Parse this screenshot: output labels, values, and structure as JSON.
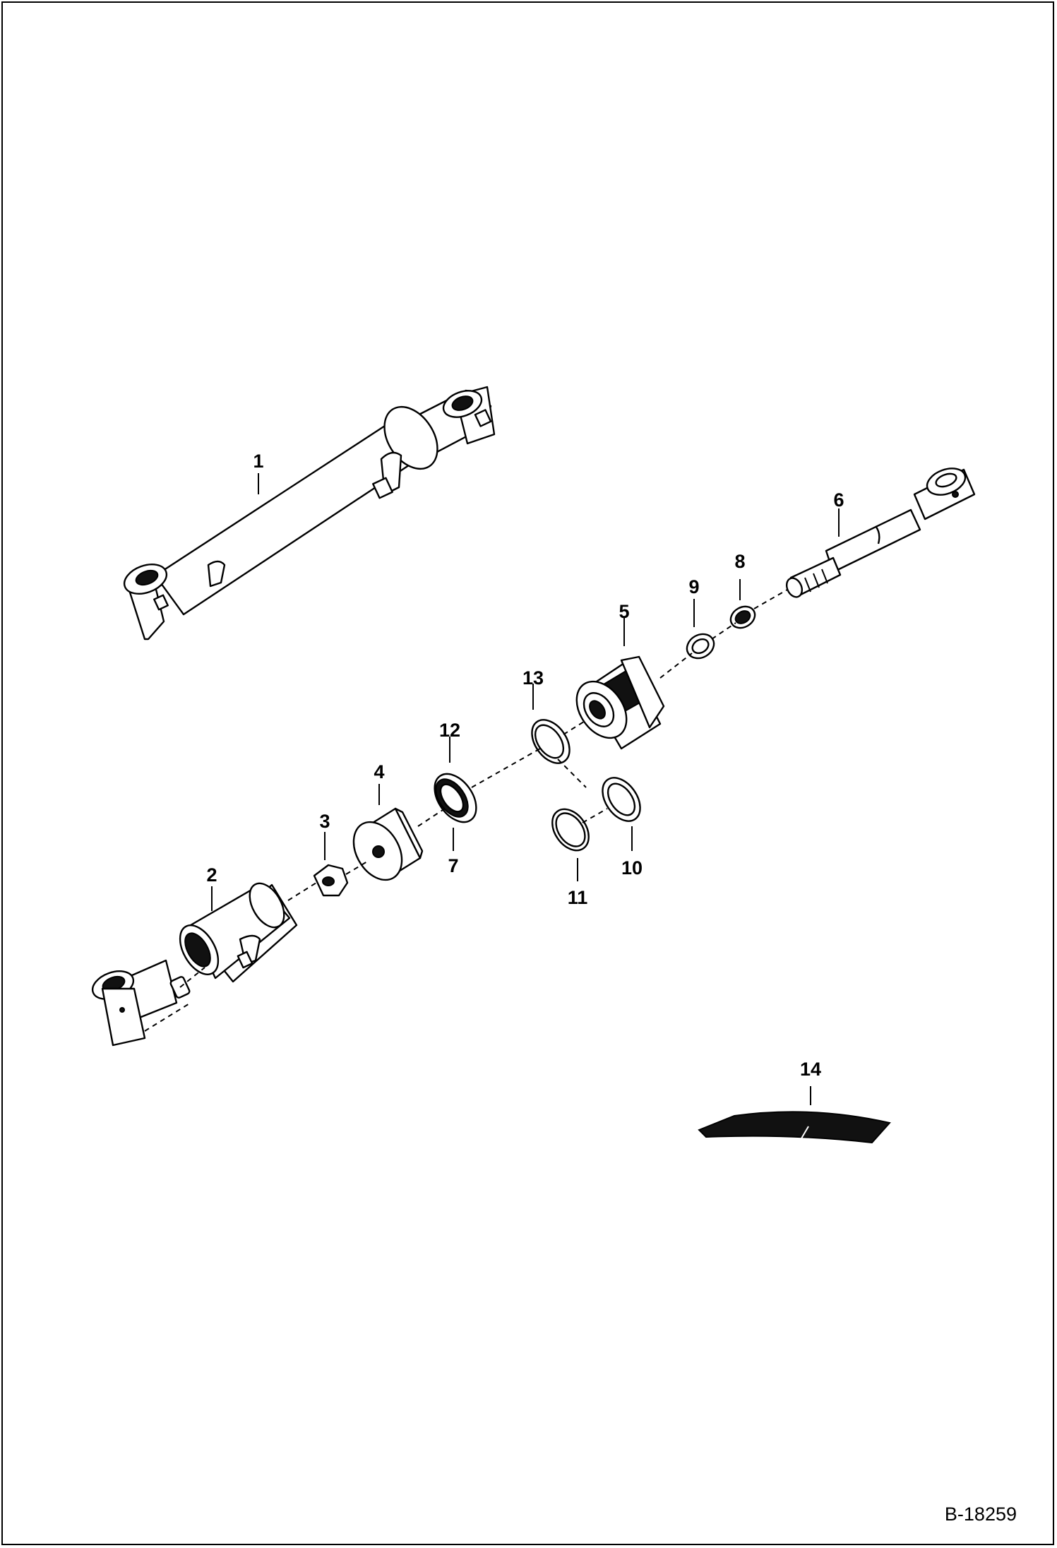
{
  "diagram": {
    "callouts": [
      {
        "id": "1",
        "text": "1"
      },
      {
        "id": "2",
        "text": "2"
      },
      {
        "id": "3",
        "text": "3"
      },
      {
        "id": "4",
        "text": "4"
      },
      {
        "id": "5",
        "text": "5"
      },
      {
        "id": "6",
        "text": "6"
      },
      {
        "id": "7",
        "text": "7"
      },
      {
        "id": "8",
        "text": "8"
      },
      {
        "id": "9",
        "text": "9"
      },
      {
        "id": "10",
        "text": "10"
      },
      {
        "id": "11",
        "text": "11"
      },
      {
        "id": "12",
        "text": "12"
      },
      {
        "id": "13",
        "text": "13"
      },
      {
        "id": "14",
        "text": "14"
      }
    ],
    "figure_code": "B-18259"
  }
}
